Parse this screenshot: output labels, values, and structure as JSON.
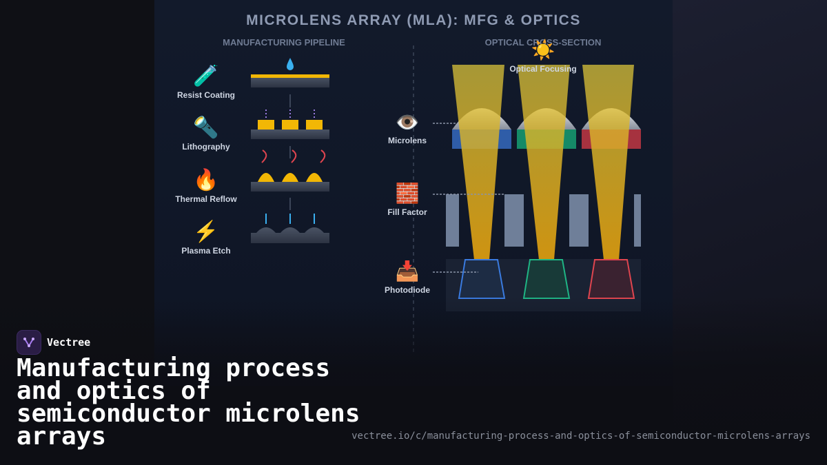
{
  "title": "MICROLENS ARRAY (MLA): MFG & OPTICS",
  "pipeline": {
    "heading": "MANUFACTURING PIPELINE",
    "steps": [
      {
        "label": "Resist Coating",
        "icon": "🧪"
      },
      {
        "label": "Lithography",
        "icon": "🔦"
      },
      {
        "label": "Thermal Reflow",
        "icon": "🔥"
      },
      {
        "label": "Plasma Etch",
        "icon": "⚡"
      }
    ]
  },
  "optics": {
    "heading": "OPTICAL CROSS-SECTION",
    "focus_label": "Optical Focusing",
    "focus_icon": "☀️",
    "parts": [
      {
        "label": "Microlens",
        "icon": "👁️"
      },
      {
        "label": "Fill Factor",
        "icon": "🧱"
      },
      {
        "label": "Photodiode",
        "icon": "📥"
      }
    ]
  },
  "colors": {
    "resist": "#f2b705",
    "substrate": "#3a4354",
    "light": "#d9b225",
    "filter_blue": "#2f5da8",
    "filter_green": "#158a67",
    "filter_red": "#a6323f",
    "etch_ion": "#3ab0f0",
    "reflow_heat": "#e0454f"
  },
  "brand": {
    "name": "Vectree"
  },
  "headline": "Manufacturing process and optics of semiconductor microlens arrays",
  "url": "vectree.io/c/manufacturing-process-and-optics-of-semiconductor-microlens-arrays"
}
